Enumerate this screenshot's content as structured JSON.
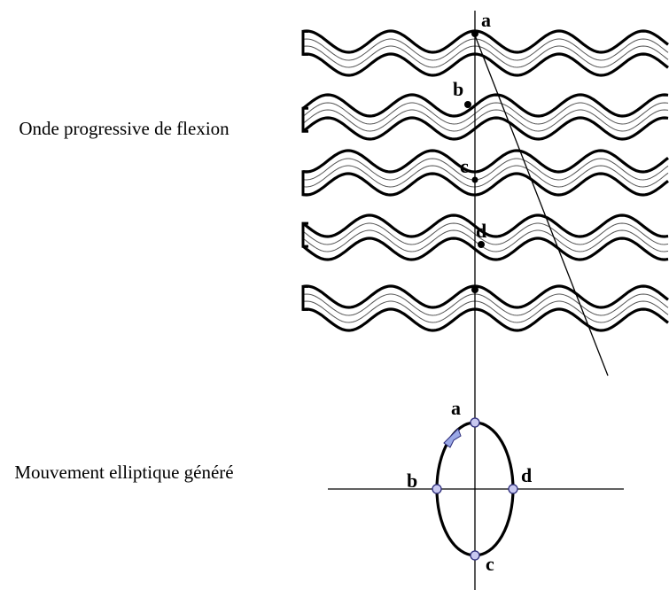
{
  "captions": {
    "wave": "Onde progressive de flexion",
    "ellipse": "Mouvement elliptique généré"
  },
  "wave_labels": {
    "a": "a",
    "b": "b",
    "c": "c",
    "d": "d"
  },
  "ellipse_labels": {
    "a": "a",
    "b": "b",
    "c": "c",
    "d": "d"
  },
  "colors": {
    "stroke": "#000000",
    "thin_stroke": "#555555",
    "point_fill": "#c8c8f0",
    "point_stroke": "#2a2a7a",
    "arrow_fill": "#9aa8e6"
  }
}
